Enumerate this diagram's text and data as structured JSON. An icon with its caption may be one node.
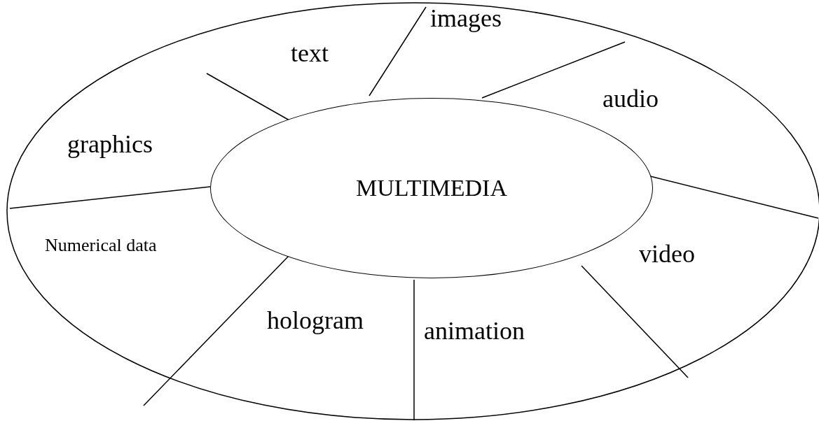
{
  "diagram": {
    "nodes": [
      {
        "text": [
          "text"
        ]
      },
      {
        "text": [
          "images"
        ]
      },
      {
        "text": [
          "audio"
        ]
      },
      {
        "text": [
          "graphics"
        ]
      },
      {
        "text": [
          "MULTIMEDIA"
        ]
      },
      {
        "text": [
          "video"
        ]
      },
      {
        "text": [
          "Numerical data"
        ]
      },
      {
        "text": [
          "hologram"
        ]
      },
      {
        "text": [
          "animation"
        ]
      }
    ]
  }
}
